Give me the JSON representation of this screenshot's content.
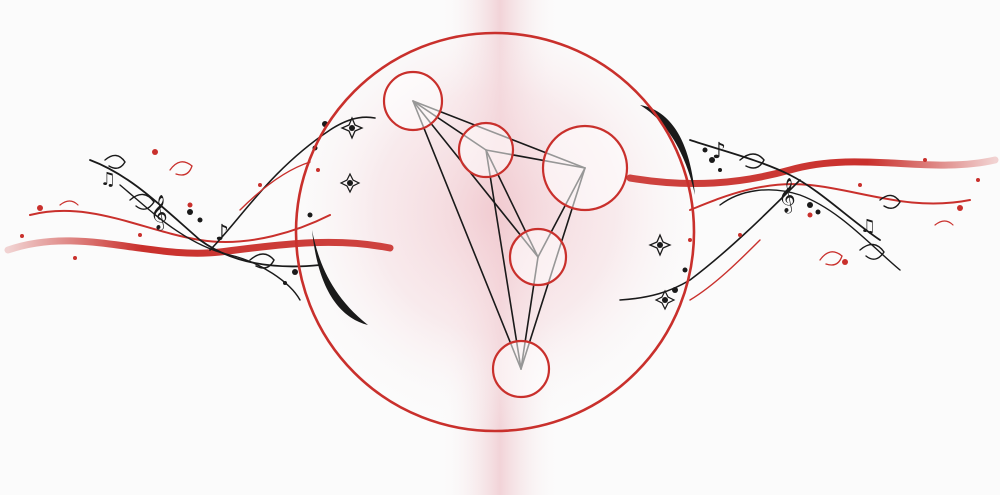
{
  "colors": {
    "background": "#fbfbfb",
    "accent_red": "#c9302c",
    "ink_black": "#1a1a1a",
    "node_fill": "#ffffff",
    "glow_pink": "#f3d3d8"
  },
  "diagram": {
    "type": "network-graph",
    "nodes": [
      {
        "id": "n1"
      },
      {
        "id": "n2"
      },
      {
        "id": "n3"
      },
      {
        "id": "n4"
      },
      {
        "id": "n5"
      }
    ],
    "edges": [
      [
        "n1",
        "n2"
      ],
      [
        "n1",
        "n3"
      ],
      [
        "n1",
        "n4"
      ],
      [
        "n1",
        "n5"
      ],
      [
        "n2",
        "n3"
      ],
      [
        "n2",
        "n4"
      ],
      [
        "n2",
        "n5"
      ],
      [
        "n3",
        "n4"
      ],
      [
        "n3",
        "n5"
      ],
      [
        "n4",
        "n5"
      ]
    ]
  },
  "decorations": {
    "left": "floral-music-vine",
    "right": "floral-music-vine",
    "music_glyphs": [
      "𝄞",
      "♪",
      "♫"
    ]
  }
}
